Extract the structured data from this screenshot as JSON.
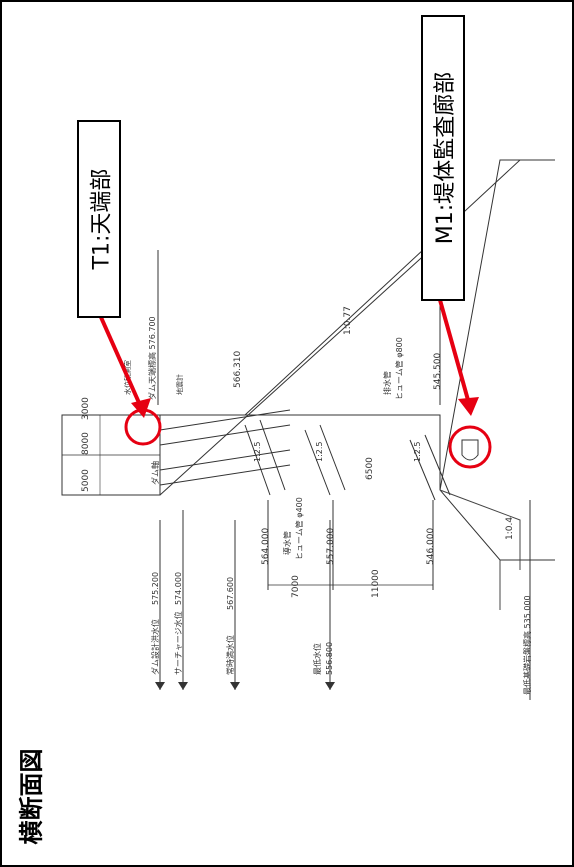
{
  "page_title": "横断面図",
  "callouts": {
    "t1_label": "T1:天端部",
    "m1_label": "M1:堤体監査廊部"
  },
  "colors": {
    "callout": "#e60012",
    "line": "#333333",
    "frame": "#000000"
  },
  "drawing": {
    "crest_elevation": "ダム天端標高 576.700",
    "foundation_elevation": "最低基礎岩盤標高 535.000",
    "dam_axis": "ダム軸",
    "upstream_slope": "1:0.77",
    "downstream_slope": "1:0.4",
    "dim_8000": "8000",
    "dim_5000": "5000",
    "dim_3000": "3000",
    "dim_6500": "6500",
    "dim_7000": "7000",
    "dim_11000": "11000",
    "el_566": "566.310",
    "el_545": "545.500",
    "el_564": "564.000",
    "el_557": "557.000",
    "el_546": "546.000",
    "slope_12a": "1:2.5",
    "slope_12b": "1:2.5",
    "slope_12c": "1:2.5",
    "water_flood": "ダム設計洪水位",
    "water_flood_val": "575.200",
    "water_surcharge": "サーチャージ水位",
    "water_surcharge_val": "574.000",
    "water_normal": "常時満水位",
    "water_normal_val": "567.600",
    "water_low": "最低水位",
    "water_low_val": "556.800",
    "outlet": "排水管",
    "outlet_pipe": "ヒューム管 φ800",
    "intake": "導水管",
    "intake_pipe": "ヒューム管 φ400",
    "seismo1": "水位観測室",
    "seismo2": "地震計"
  }
}
